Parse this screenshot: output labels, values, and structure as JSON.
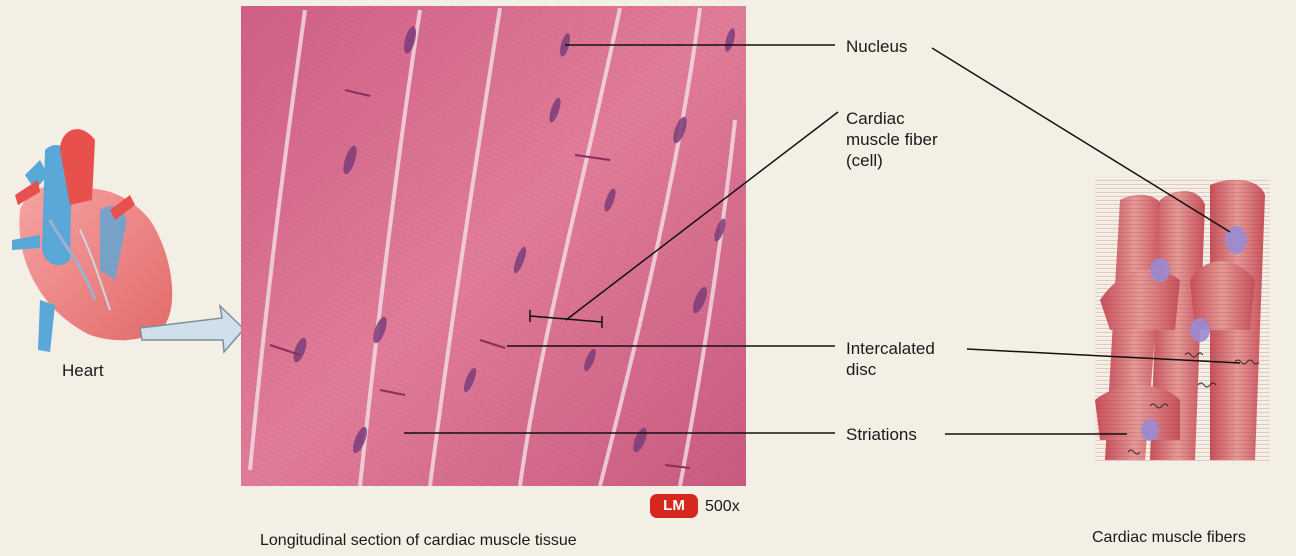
{
  "labels": {
    "heart": "Heart",
    "nucleus": "Nucleus",
    "fiber_line1": "Cardiac",
    "fiber_line2": "muscle fiber",
    "fiber_line3": "(cell)",
    "disc_line1": "Intercalated",
    "disc_line2": "disc",
    "striations": "Striations"
  },
  "micrograph": {
    "badge": "LM",
    "magnification": "500x",
    "caption": "Longitudinal section of cardiac muscle tissue"
  },
  "illustration": {
    "caption": "Cardiac muscle fibers"
  },
  "colors": {
    "background": "#f3efe5",
    "tissue": "#d9708f",
    "badge": "#d6271f"
  }
}
